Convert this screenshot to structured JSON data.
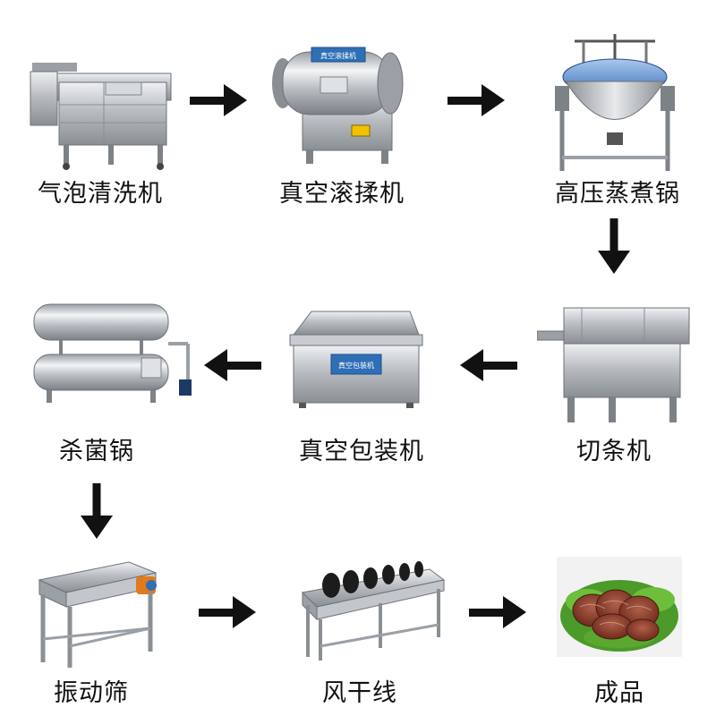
{
  "steps": [
    {
      "id": "bubble-washer",
      "label": "气泡清洗机"
    },
    {
      "id": "vacuum-tumbler",
      "label": "真空滚揉机"
    },
    {
      "id": "pressure-cooker",
      "label": "高压蒸煮锅"
    },
    {
      "id": "strip-cutter",
      "label": "切条机"
    },
    {
      "id": "vacuum-packer",
      "label": "真空包装机"
    },
    {
      "id": "sterilizer",
      "label": "杀菌锅"
    },
    {
      "id": "vibrating-screen",
      "label": "振动筛"
    },
    {
      "id": "air-dry-line",
      "label": "风干线"
    },
    {
      "id": "finished-product",
      "label": "成品"
    }
  ],
  "plates": {
    "tumbler": "真空滚揉机",
    "packer": "真空包装机"
  },
  "colors": {
    "steel": "#b8bcc0",
    "steel_dark": "#7d8287",
    "steel_light": "#e3e6e8",
    "arrow": "#111111",
    "blue_plate": "#2f6fb6",
    "meat": "#8a3a2a",
    "lettuce": "#4c9a2a"
  }
}
